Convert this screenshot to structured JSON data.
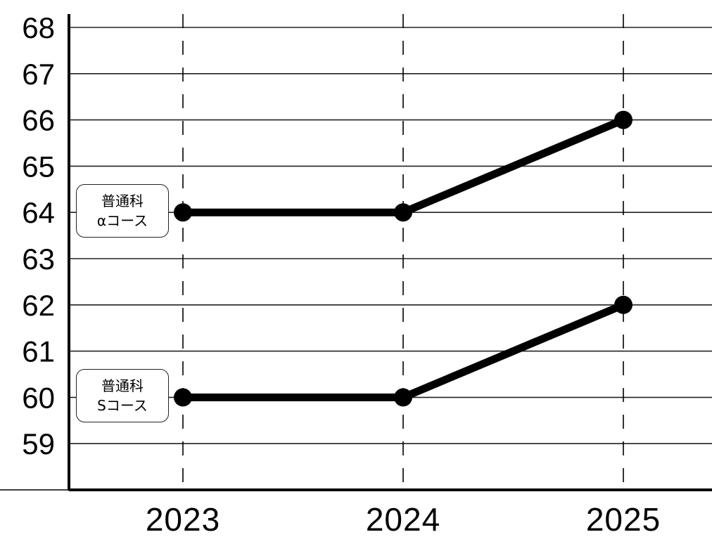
{
  "chart_data": {
    "type": "line",
    "title": "",
    "xlabel": "",
    "ylabel": "",
    "categories": [
      "2023",
      "2024",
      "2025"
    ],
    "x": [
      2023,
      2024,
      2025
    ],
    "series": [
      {
        "name": "普通科 αコース",
        "label_line1": "普通科",
        "label_line2": "αコース",
        "values": [
          64,
          64,
          66
        ]
      },
      {
        "name": "普通科 Sコース",
        "label_line1": "普通科",
        "label_line2": "Sコース",
        "values": [
          60,
          60,
          62
        ]
      }
    ],
    "yticks": [
      68,
      67,
      66,
      65,
      64,
      63,
      62,
      61,
      60,
      59
    ],
    "ylim": [
      58,
      68
    ],
    "grid": {
      "horizontal": "solid",
      "vertical": "dashed"
    },
    "legend": "inline labels at left of each series",
    "colors": {
      "line": "#000000",
      "grid": "#000000",
      "background": "#ffffff"
    }
  }
}
